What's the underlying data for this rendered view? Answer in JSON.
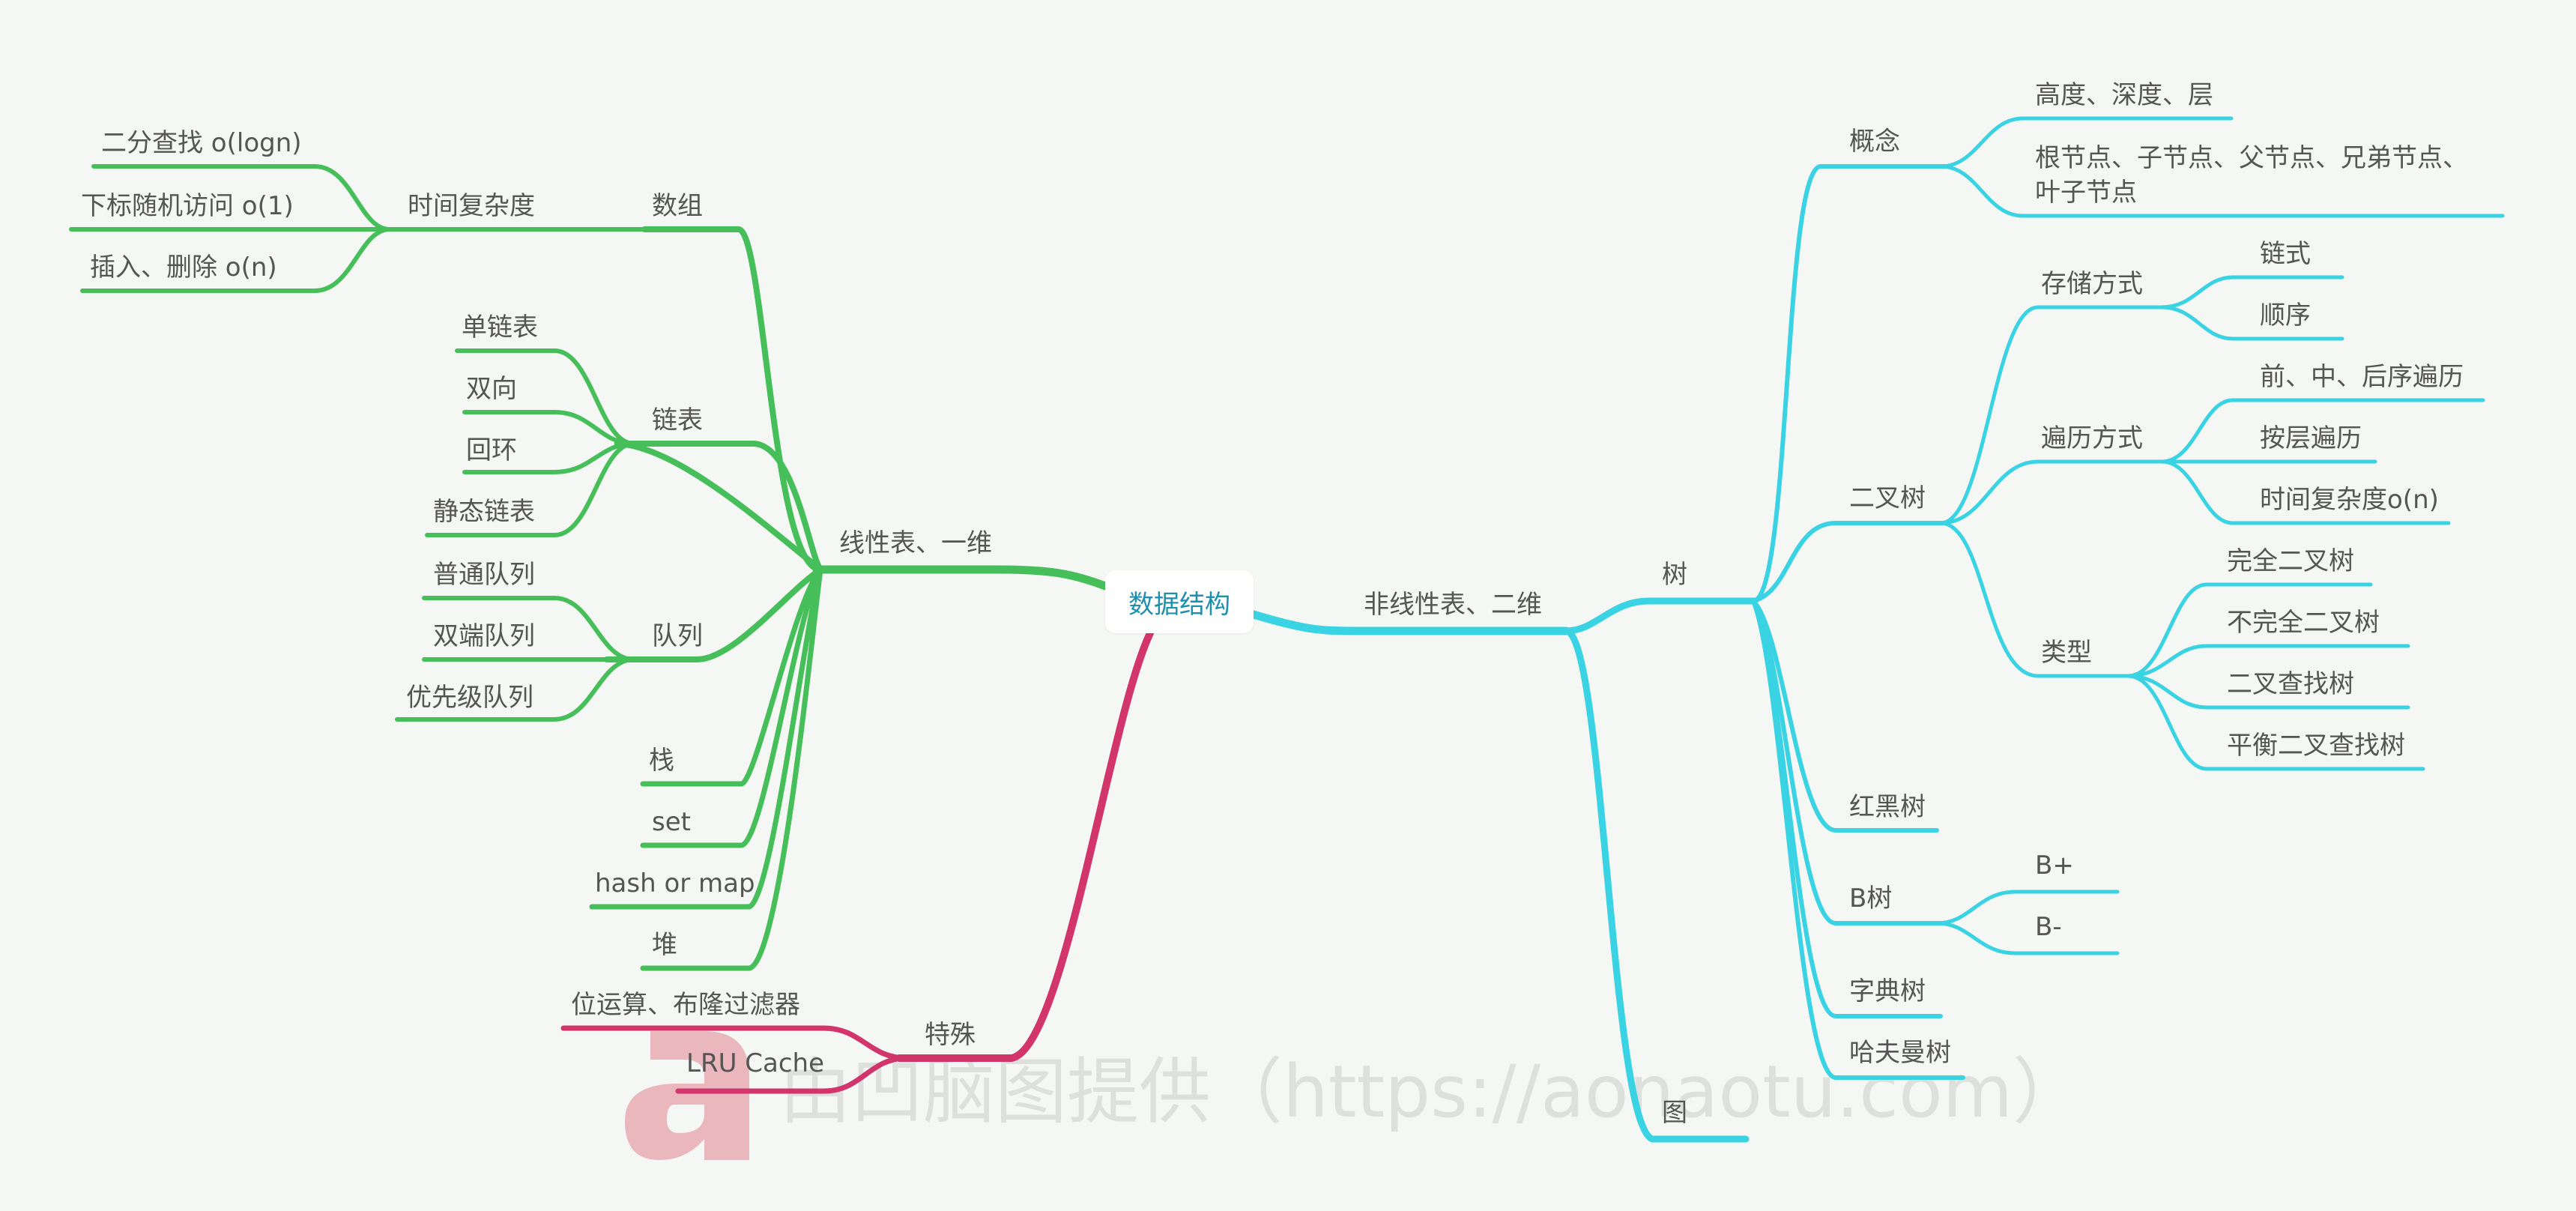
{
  "root": "数据结构",
  "colors": {
    "green": "#46bf5a",
    "cyan": "#3ad3e3",
    "pink": "#d2346c",
    "text": "#555555",
    "root_text": "#1f8fae",
    "watermark": "#e9b7bc"
  },
  "watermark": {
    "logo_letter": "a",
    "text": "由凹脑图提供（https://aonaotu.com）"
  },
  "linear": {
    "label": "线性表、一维",
    "array": {
      "label": "数组",
      "complexity": {
        "label": "时间复杂度",
        "items": [
          "二分查找 o(logn)",
          "下标随机访问 o(1)",
          "插入、删除 o(n)"
        ]
      }
    },
    "linked_list": {
      "label": "链表",
      "items": [
        "单链表",
        "双向",
        "回环",
        "静态链表"
      ]
    },
    "queue": {
      "label": "队列",
      "items": [
        "普通队列",
        "双端队列",
        "优先级队列"
      ]
    },
    "stack": "栈",
    "set": "set",
    "hash": "hash or map",
    "heap": "堆"
  },
  "special": {
    "label": "特殊",
    "items": [
      "位运算、布隆过滤器",
      "LRU Cache"
    ]
  },
  "nonlinear": {
    "label": "非线性表、二维",
    "tree": {
      "label": "树",
      "concept": {
        "label": "概念",
        "items": [
          "高度、深度、层",
          "根节点、子节点、父节点、兄弟节点、",
          "叶子节点"
        ]
      },
      "binary": {
        "label": "二叉树",
        "storage": {
          "label": "存储方式",
          "items": [
            "链式",
            "顺序"
          ]
        },
        "traversal": {
          "label": "遍历方式",
          "items": [
            "前、中、后序遍历",
            "按层遍历",
            "时间复杂度o(n)"
          ]
        },
        "types": {
          "label": "类型",
          "items": [
            "完全二叉树",
            "不完全二叉树",
            "二叉查找树",
            "平衡二叉查找树"
          ]
        }
      },
      "rb": "红黑树",
      "btree": {
        "label": "B树",
        "items": [
          "B+",
          "B-"
        ]
      },
      "trie": "字典树",
      "huffman": "哈夫曼树"
    },
    "graph": "图"
  }
}
